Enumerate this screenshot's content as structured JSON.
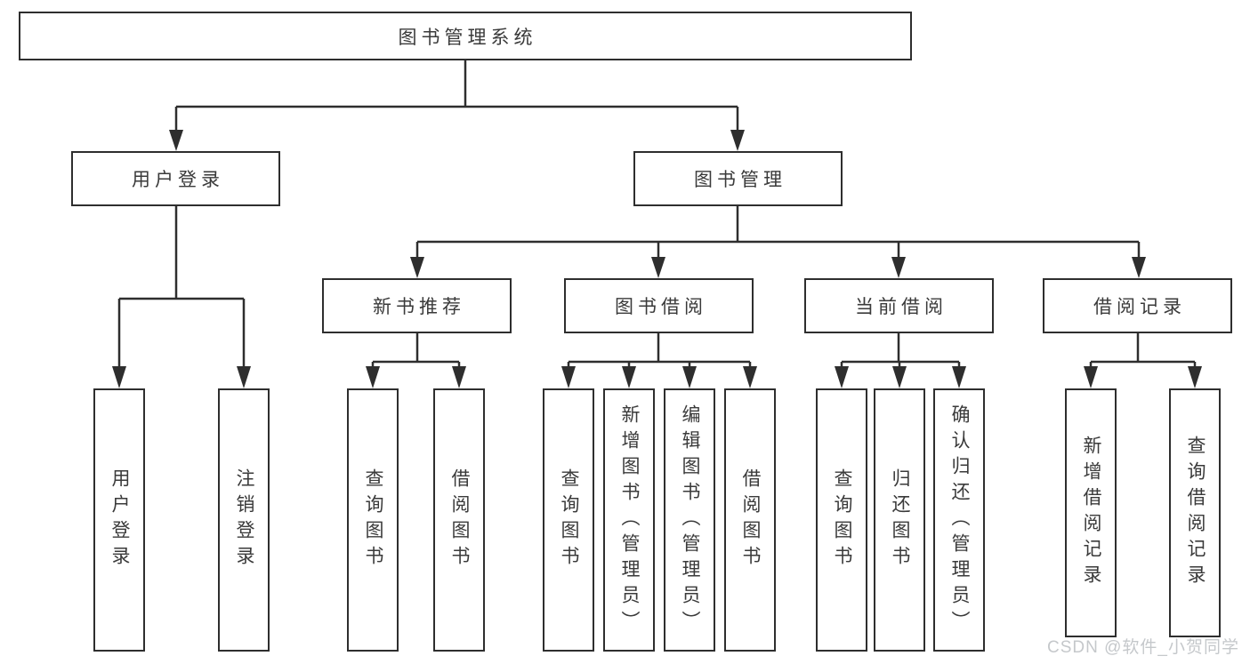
{
  "diagram": {
    "root": "图书管理系统",
    "children": [
      {
        "label": "用户登录",
        "children": [
          {
            "label": "用户登录"
          },
          {
            "label": "注销登录"
          }
        ]
      },
      {
        "label": "图书管理",
        "children": [
          {
            "label": "新书推荐",
            "children": [
              {
                "label": "查询图书"
              },
              {
                "label": "借阅图书"
              }
            ]
          },
          {
            "label": "图书借阅",
            "children": [
              {
                "label": "查询图书"
              },
              {
                "label": "新增图书（管理员）"
              },
              {
                "label": "编辑图书（管理员）"
              },
              {
                "label": "借阅图书"
              }
            ]
          },
          {
            "label": "当前借阅",
            "children": [
              {
                "label": "查询图书"
              },
              {
                "label": "归还图书"
              },
              {
                "label": "确认归还（管理员）"
              }
            ]
          },
          {
            "label": "借阅记录",
            "children": [
              {
                "label": "新增借阅记录"
              },
              {
                "label": "查询借阅记录"
              }
            ]
          }
        ]
      }
    ]
  },
  "watermark": {
    "text": "CSDN @软件_小贺同学"
  },
  "colors": {
    "line": "#2e2e2e",
    "text": "#3a3a3a",
    "background": "#ffffff",
    "watermark": "#c5c8cb"
  }
}
